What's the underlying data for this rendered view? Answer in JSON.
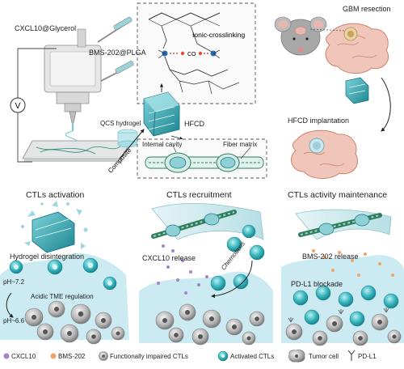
{
  "colors": {
    "teal": "#1e9aa5",
    "teal_light": "#b8e3e6",
    "tme_blue": "#c8e9f0",
    "brain_pink": "#e9b3a5",
    "brain_outline": "#d17f6c",
    "fiber_green": "#2f7d5c",
    "dashed_box": "#555555",
    "cxcl10_purple": "#a383c9",
    "bms202_orange": "#f0a36a",
    "grey_cell": "#9b9b9b"
  },
  "labels": {
    "cxcl10_glycerol": "CXCL10@Glycerol",
    "bms_plga": "BMS-202@PLGA",
    "voltage": "V",
    "ionic_crosslinking": "Ionic-crosslinking",
    "co3": "CO",
    "qcs_hydrogel": "QCS hydrogel",
    "hfcd": "HFCD",
    "composite": "Composite",
    "internal_cavity": "Internal cavity",
    "fiber_matrix": "Fiber matrix",
    "gbm_resection": "GBM resection",
    "hfcd_implantation": "HFCD implantation"
  },
  "panels": {
    "activation": {
      "title": "CTLs activation",
      "hydrogel_disintegration": "Hydrogel disintegration",
      "ph_high": "pH~7.2",
      "ph_low": "pH~6.6",
      "acidic_tme": "Acidic TME regulation"
    },
    "recruitment": {
      "title": "CTLs recruitment",
      "cxcl10_release": "CXCL10 release",
      "chemotaxis": "Chemotaxis"
    },
    "maintenance": {
      "title": "CTLs activity maintenance",
      "bms_release": "BMS-202 release",
      "pdl1_blockade": "PD-L1 blockade"
    }
  },
  "legend": {
    "cxcl10": "CXCL10",
    "bms202": "BMS-202",
    "impaired": "Functionally impaired CTLs",
    "activated": "Activated CTLs",
    "tumor": "Tumor cell",
    "pdl1": "PD-L1"
  }
}
